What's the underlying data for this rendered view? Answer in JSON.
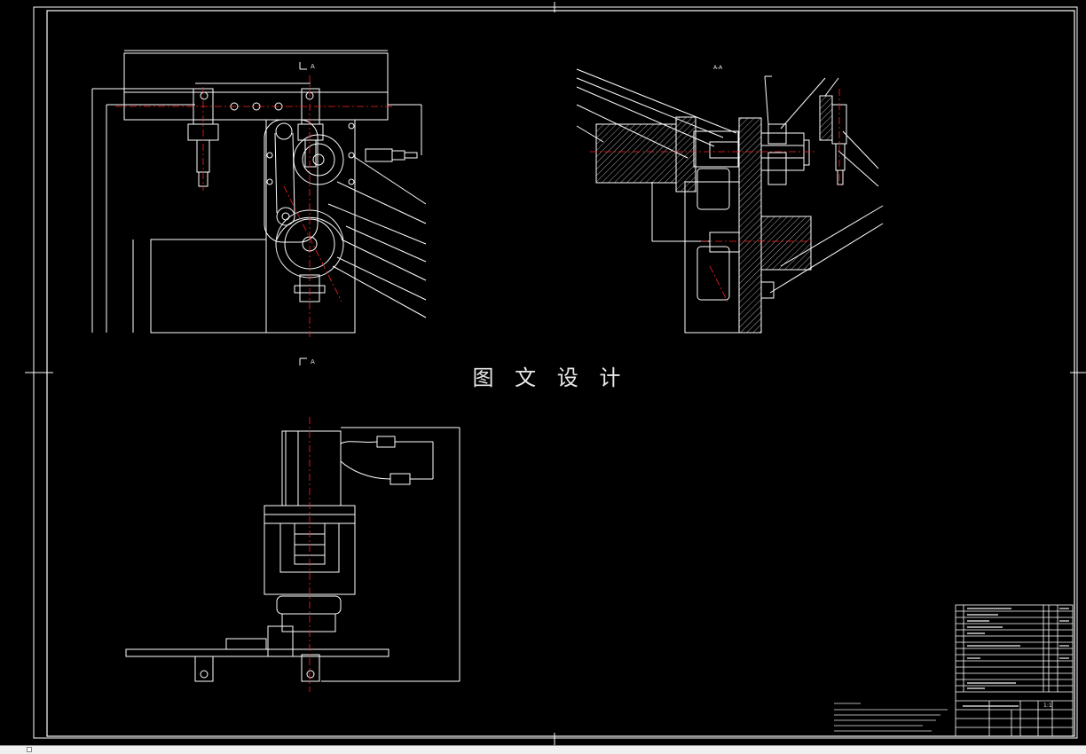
{
  "watermark": "图 文 设 计",
  "section_views": {
    "label_left_top": "A",
    "label_left_bottom": "A",
    "label_right": "A-A"
  },
  "colors": {
    "background": "#000000",
    "lines": "#ffffff",
    "centerline": "#ff2020",
    "hatch": "#d0d0d0",
    "text": "#e8e8e8"
  },
  "title_block": {
    "scale": "1:1"
  }
}
